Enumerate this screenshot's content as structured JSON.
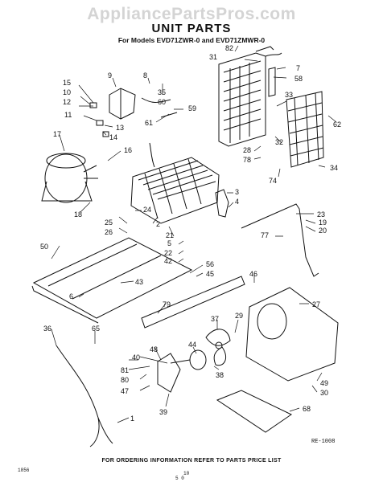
{
  "header": {
    "watermark": "AppliancePartsPros.com",
    "title": "UNIT PARTS",
    "subtitle": "For Models EVD71ZWR-0 and EVD71ZMWR-0"
  },
  "footer": {
    "note": "FOR ORDERING INFORMATION REFER TO PARTS PRICE LIST",
    "ref_code": "RE-1008",
    "page_code": "1856",
    "page_mark": "10",
    "bottom_mark": "5 0"
  },
  "callouts": [
    {
      "id": "c82",
      "label": "82"
    },
    {
      "id": "c31",
      "label": "31"
    },
    {
      "id": "c7",
      "label": "7"
    },
    {
      "id": "c58",
      "label": "58"
    },
    {
      "id": "c9",
      "label": "9"
    },
    {
      "id": "c8",
      "label": "8"
    },
    {
      "id": "c35",
      "label": "35"
    },
    {
      "id": "c60",
      "label": "60"
    },
    {
      "id": "c59",
      "label": "59"
    },
    {
      "id": "c15",
      "label": "15"
    },
    {
      "id": "c10",
      "label": "10"
    },
    {
      "id": "c12",
      "label": "12"
    },
    {
      "id": "c11",
      "label": "11"
    },
    {
      "id": "c13",
      "label": "13"
    },
    {
      "id": "c14",
      "label": "14"
    },
    {
      "id": "c33",
      "label": "33"
    },
    {
      "id": "c62",
      "label": "62"
    },
    {
      "id": "c61",
      "label": "61"
    },
    {
      "id": "c17",
      "label": "17"
    },
    {
      "id": "c16",
      "label": "16"
    },
    {
      "id": "c32",
      "label": "32"
    },
    {
      "id": "c28",
      "label": "28"
    },
    {
      "id": "c78",
      "label": "78"
    },
    {
      "id": "c34",
      "label": "34"
    },
    {
      "id": "c74",
      "label": "74"
    },
    {
      "id": "c3",
      "label": "3"
    },
    {
      "id": "c4",
      "label": "4"
    },
    {
      "id": "c18",
      "label": "18"
    },
    {
      "id": "c24",
      "label": "24"
    },
    {
      "id": "c25",
      "label": "25"
    },
    {
      "id": "c26",
      "label": "26"
    },
    {
      "id": "c2",
      "label": "2"
    },
    {
      "id": "c23",
      "label": "23"
    },
    {
      "id": "c19",
      "label": "19"
    },
    {
      "id": "c20",
      "label": "20"
    },
    {
      "id": "c21",
      "label": "21"
    },
    {
      "id": "c5",
      "label": "5"
    },
    {
      "id": "c77",
      "label": "77"
    },
    {
      "id": "c50",
      "label": "50"
    },
    {
      "id": "c22",
      "label": "22"
    },
    {
      "id": "c42",
      "label": "42"
    },
    {
      "id": "c56",
      "label": "56"
    },
    {
      "id": "c45",
      "label": "45"
    },
    {
      "id": "c43",
      "label": "43"
    },
    {
      "id": "c6",
      "label": "6"
    },
    {
      "id": "c46",
      "label": "46"
    },
    {
      "id": "c27",
      "label": "27"
    },
    {
      "id": "c79",
      "label": "79"
    },
    {
      "id": "c36",
      "label": "36"
    },
    {
      "id": "c65",
      "label": "65"
    },
    {
      "id": "c37",
      "label": "37"
    },
    {
      "id": "c29",
      "label": "29"
    },
    {
      "id": "c48",
      "label": "48"
    },
    {
      "id": "c44",
      "label": "44"
    },
    {
      "id": "c40",
      "label": "40"
    },
    {
      "id": "c38",
      "label": "38"
    },
    {
      "id": "c81",
      "label": "81"
    },
    {
      "id": "c80",
      "label": "80"
    },
    {
      "id": "c47",
      "label": "47"
    },
    {
      "id": "c49",
      "label": "49"
    },
    {
      "id": "c30",
      "label": "30"
    },
    {
      "id": "c68",
      "label": "68"
    },
    {
      "id": "c39",
      "label": "39"
    },
    {
      "id": "c1",
      "label": "1"
    }
  ]
}
